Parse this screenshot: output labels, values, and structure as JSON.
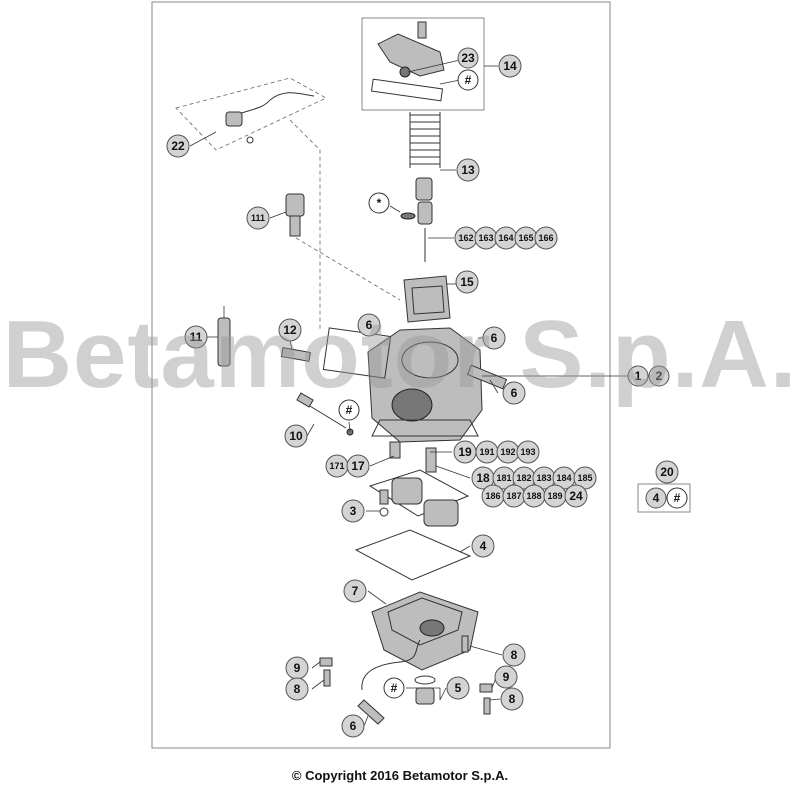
{
  "watermark": "Betamotor S.p.A.",
  "copyright": "© Copyright 2016 Betamotor S.p.A.",
  "callouts": {
    "c1": "1",
    "c2": "2",
    "c3": "3",
    "c4": "4",
    "c4b": "4",
    "c5": "5",
    "c6a": "6",
    "c6b": "6",
    "c6c": "6",
    "c6d": "6",
    "c7": "7",
    "c8a": "8",
    "c8b": "8",
    "c8c": "8",
    "c9a": "9",
    "c9b": "9",
    "c10": "10",
    "c11": "11",
    "c12": "12",
    "c13": "13",
    "c14": "14",
    "c15": "15",
    "c17": "17",
    "c18": "18",
    "c19": "19",
    "c20": "20",
    "c22": "22",
    "c23": "23",
    "c24": "24",
    "c111": "111",
    "c171": "171",
    "c162": "162",
    "c163": "163",
    "c164": "164",
    "c165": "165",
    "c166": "166",
    "c181": "181",
    "c182": "182",
    "c183": "183",
    "c184": "184",
    "c185": "185",
    "c186": "186",
    "c187": "187",
    "c188": "188",
    "c189": "189",
    "c191": "191",
    "c192": "192",
    "c193": "193",
    "hash": "#",
    "star": "*"
  }
}
